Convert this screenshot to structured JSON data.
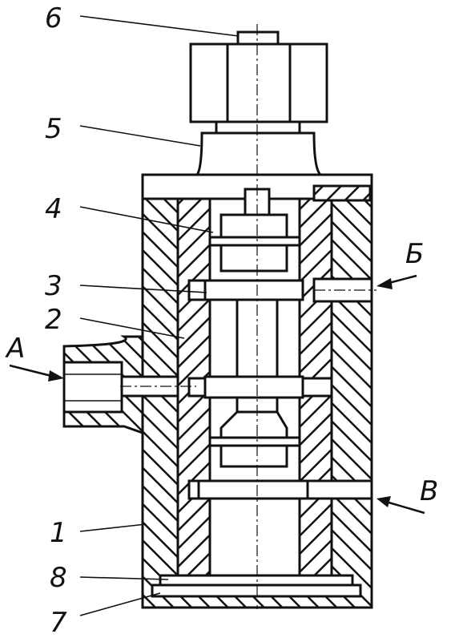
{
  "labels": {
    "l6": "6",
    "l5": "5",
    "l4": "4",
    "l3": "3",
    "l2": "2",
    "lA": "A",
    "lB": "Б",
    "lV": "В",
    "l1": "1",
    "l8": "8",
    "l7": "7"
  }
}
